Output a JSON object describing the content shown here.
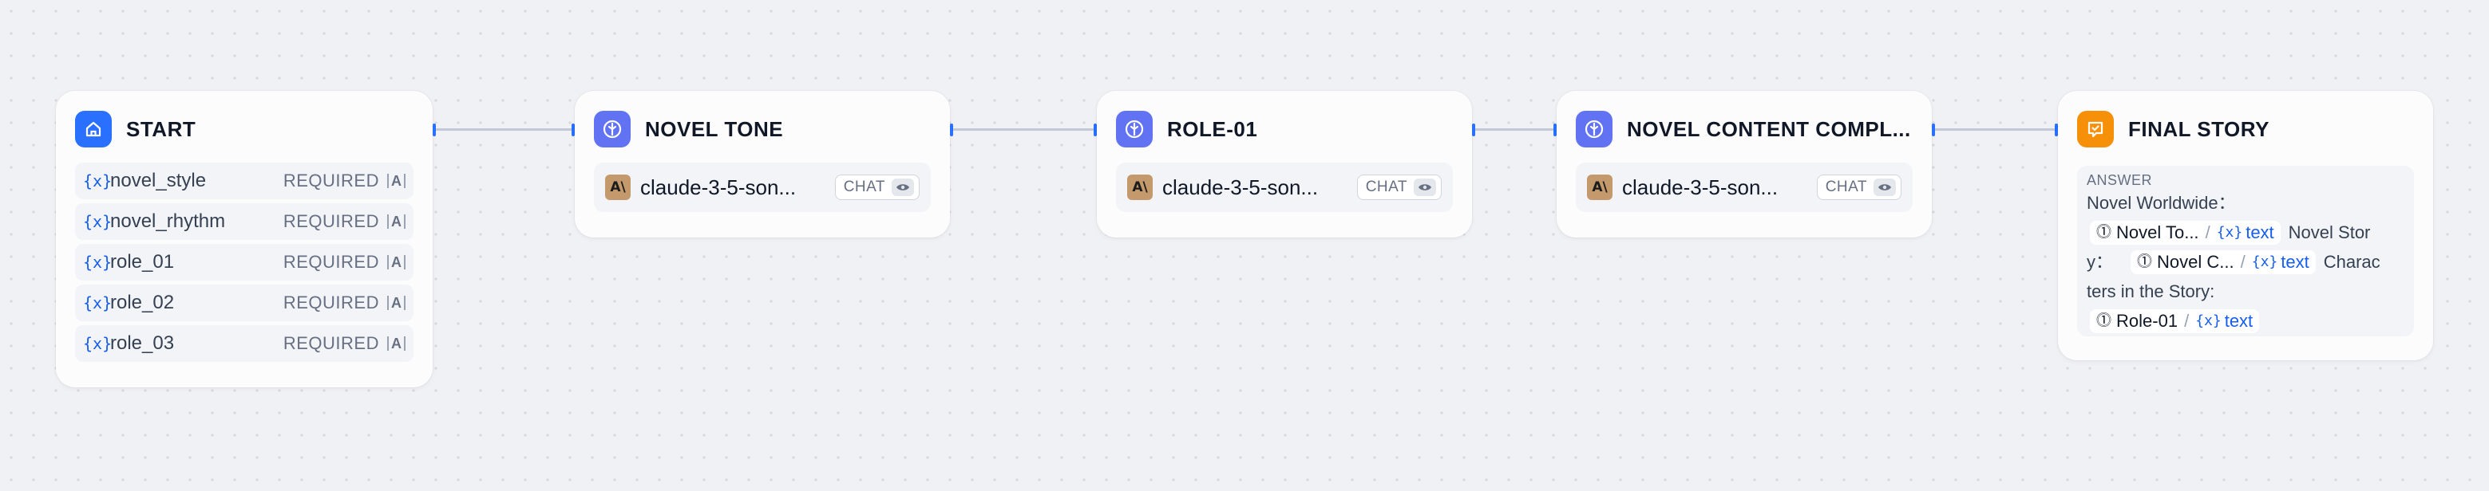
{
  "nodes": {
    "start": {
      "title": "START",
      "icon": "home-icon",
      "color": "#2970ff",
      "variables": [
        {
          "glyph": "{x}",
          "name": "novel_style",
          "required": "REQUIRED",
          "type": "A"
        },
        {
          "glyph": "{x}",
          "name": "novel_rhythm",
          "required": "REQUIRED",
          "type": "A"
        },
        {
          "glyph": "{x}",
          "name": "role_01",
          "required": "REQUIRED",
          "type": "A"
        },
        {
          "glyph": "{x}",
          "name": "role_02",
          "required": "REQUIRED",
          "type": "A"
        },
        {
          "glyph": "{x}",
          "name": "role_03",
          "required": "REQUIRED",
          "type": "A"
        }
      ]
    },
    "novel_tone": {
      "title": "NOVEL TONE",
      "icon": "llm-icon",
      "color": "#6172f3",
      "model": "claude-3-5-son...",
      "model_logo": "A\\",
      "mode": "CHAT"
    },
    "role_01": {
      "title": "ROLE-01",
      "icon": "llm-icon",
      "color": "#6172f3",
      "model": "claude-3-5-son...",
      "model_logo": "A\\",
      "mode": "CHAT"
    },
    "novel_content": {
      "title": "NOVEL CONTENT COMPL...",
      "icon": "llm-icon",
      "color": "#6172f3",
      "model": "claude-3-5-son...",
      "model_logo": "A\\",
      "mode": "CHAT"
    },
    "final_story": {
      "title": "FINAL STORY",
      "icon": "answer-icon",
      "color": "#f79009",
      "answer_label": "ANSWER",
      "line1": "Novel Worldwide：",
      "line2_pill_node": "Novel To...",
      "line2_pill_var": "text",
      "line2_after": "Novel Stor",
      "line3_before": "y：",
      "line3_pill_node": "Novel C...",
      "line3_pill_var": "text",
      "line3_after": "Charac",
      "line4": "ters in the Story:",
      "line5_pill_node": "Role-01",
      "line5_pill_var": "text",
      "var_glyph": "{x}",
      "pill_sep": "/"
    }
  }
}
